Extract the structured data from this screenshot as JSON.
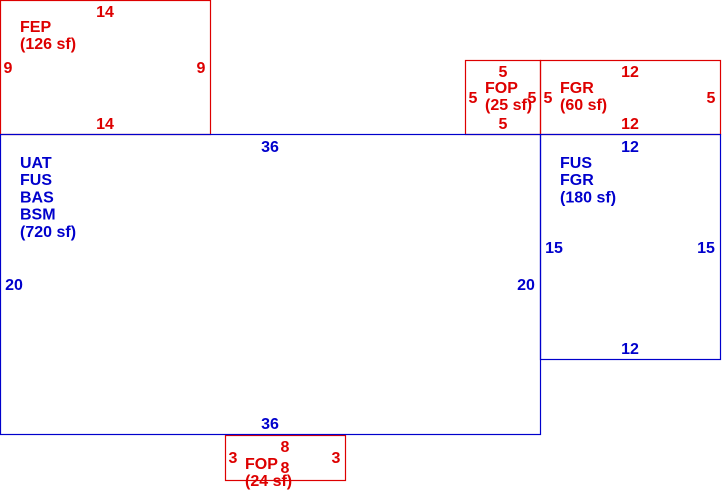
{
  "colors": {
    "main": "#0000cc",
    "sub": "#dd0000",
    "background": "#ffffff"
  },
  "areas": [
    {
      "id": "main-living",
      "color": "main",
      "codes": [
        "UAT",
        "FUS",
        "BAS",
        "BSM"
      ],
      "area": "(720 sf)",
      "dims": {
        "top": "36",
        "bottom": "36",
        "left": "20",
        "right": "20"
      }
    },
    {
      "id": "garage-upper",
      "color": "main",
      "codes": [
        "FUS",
        "FGR"
      ],
      "area": "(180 sf)",
      "dims": {
        "top": "12",
        "bottom": "12",
        "left": "15",
        "right": "15"
      }
    },
    {
      "id": "enclosed-porch",
      "color": "sub",
      "codes": [
        "FEP"
      ],
      "area": "(126 sf)",
      "dims": {
        "top": "14",
        "bottom": "14",
        "left": "9",
        "right": "9"
      }
    },
    {
      "id": "front-porch-top",
      "color": "sub",
      "codes": [
        "FOP"
      ],
      "area": "(25 sf)",
      "dims": {
        "top": "5",
        "bottom": "5",
        "left": "5",
        "right": "5"
      }
    },
    {
      "id": "garage-top",
      "color": "sub",
      "codes": [
        "FGR"
      ],
      "area": "(60 sf)",
      "dims": {
        "top": "12",
        "bottom": "12",
        "left": "5",
        "right": "5"
      }
    },
    {
      "id": "front-porch-bottom",
      "color": "sub",
      "codes": [
        "FOP"
      ],
      "area": "(24 sf)",
      "dims": {
        "top": "8",
        "bottom": "8",
        "left": "3",
        "right": "3"
      }
    }
  ]
}
